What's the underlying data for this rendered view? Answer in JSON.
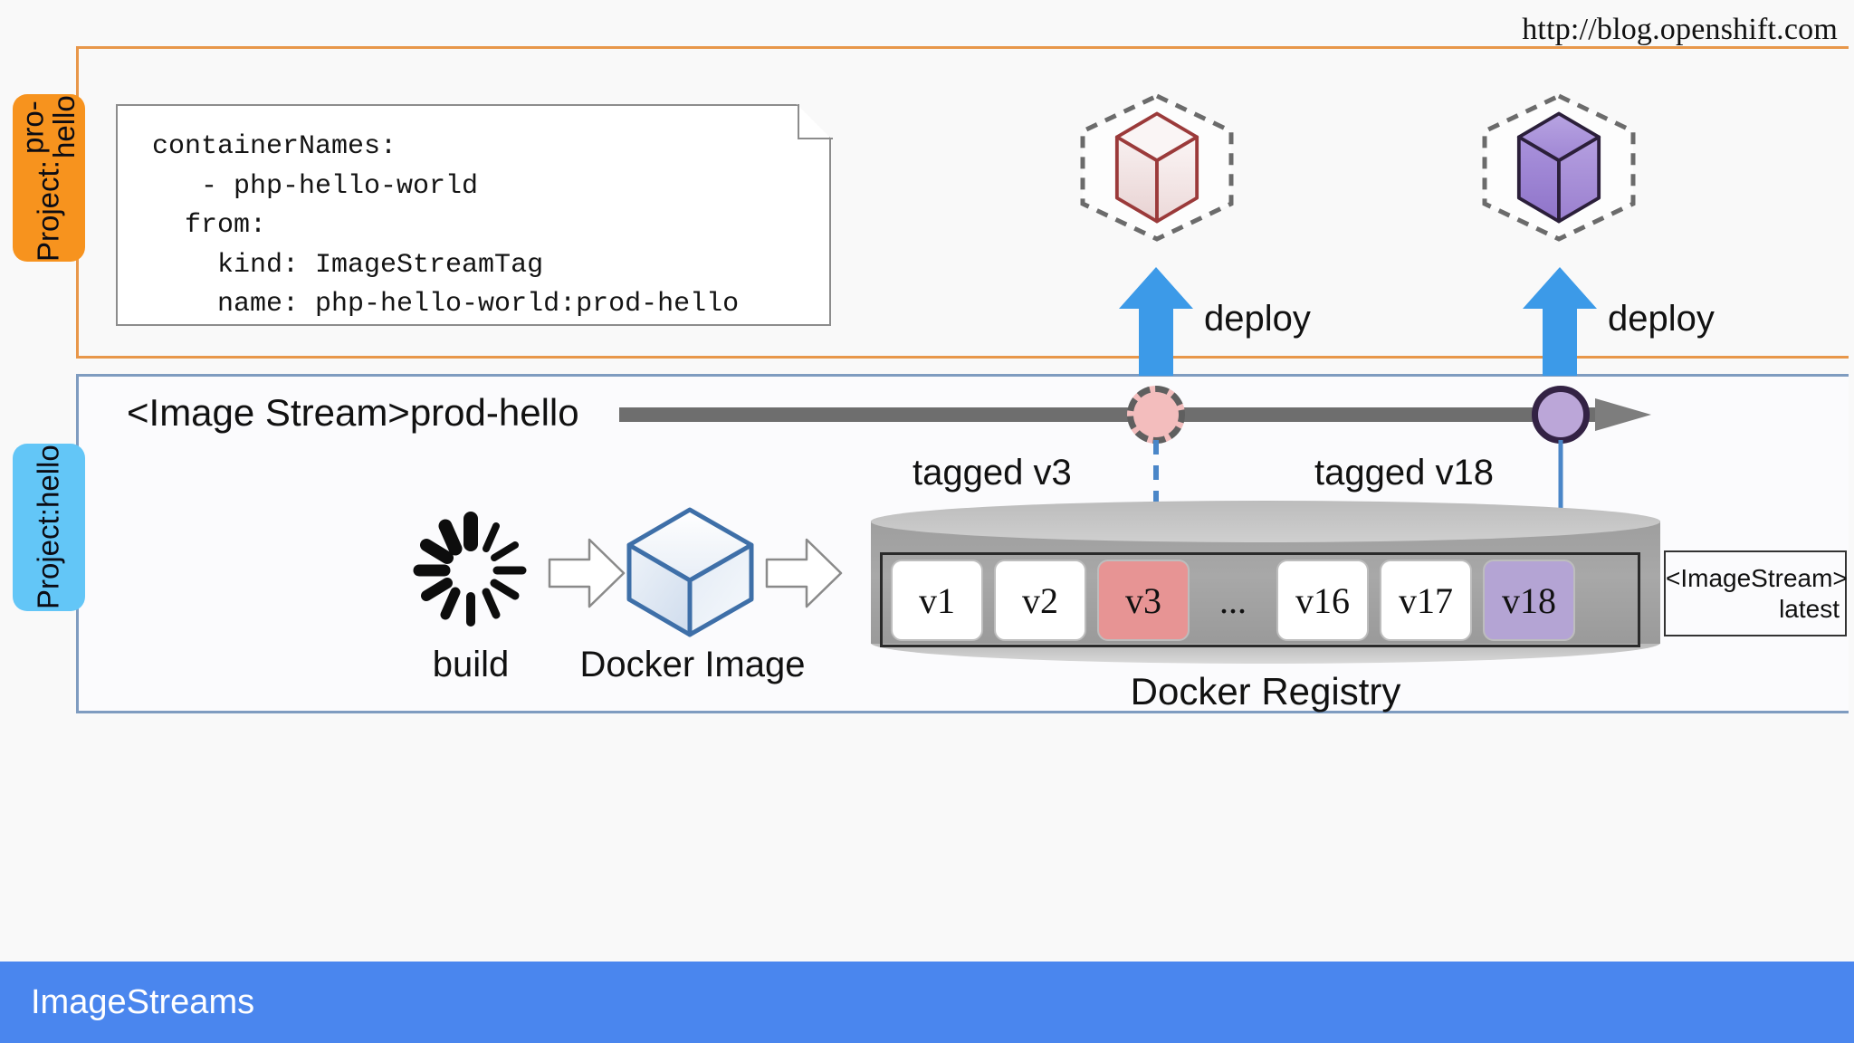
{
  "url": "http://blog.openshift.com",
  "projects": {
    "top": {
      "line1": "Project:",
      "line2": "pro- hello",
      "color": "#F7931E"
    },
    "bottom": {
      "line1": "Project:",
      "line2": "hello",
      "color": "#63C6F7"
    }
  },
  "code_note": {
    "text": "containerNames:\n   - php-hello-world\n  from:\n    kind: ImageStreamTag\n    name: php-hello-world:prod-hello"
  },
  "deploy": {
    "left_label": "deploy",
    "right_label": "deploy",
    "left_cube_color": "#f4e8e8",
    "left_cube_stroke": "#9B3A3A",
    "right_cube_color": "#9b82d0",
    "right_cube_stroke": "#2b1f3a",
    "arrow_color": "#3C9AE8"
  },
  "image_stream": {
    "label": "<Image Stream>prod-hello",
    "tag_left": "tagged v3",
    "tag_right": "tagged v18",
    "node_left_color": "#F3BDBD",
    "node_right_color": "#BBA6D8",
    "axis_color": "#6e6e6e"
  },
  "pipeline": {
    "build_label": "build",
    "docker_image_label": "Docker Image"
  },
  "registry": {
    "title": "Docker Registry",
    "versions": [
      {
        "label": "v1",
        "highlight": "none"
      },
      {
        "label": "v2",
        "highlight": "none"
      },
      {
        "label": "v3",
        "highlight": "red"
      },
      {
        "label": "...",
        "highlight": "dots"
      },
      {
        "label": "v16",
        "highlight": "none"
      },
      {
        "label": "v17",
        "highlight": "none"
      },
      {
        "label": "v18",
        "highlight": "purple"
      }
    ],
    "latest_line1": "<ImageStream>",
    "latest_line2": "latest"
  },
  "footer": {
    "title": "ImageStreams",
    "bar_color": "#4A86EE"
  }
}
